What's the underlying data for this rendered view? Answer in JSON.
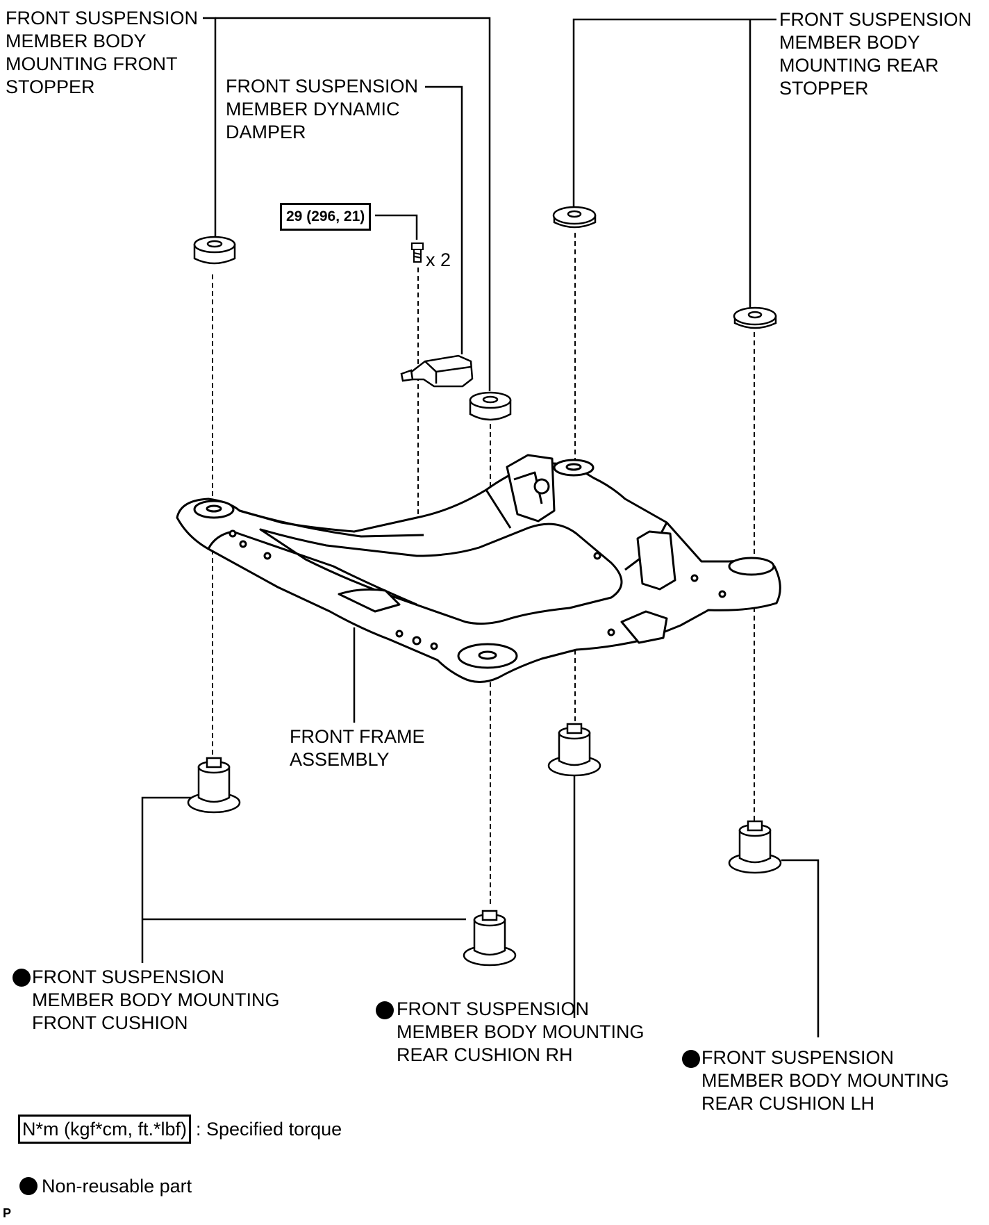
{
  "labels": {
    "front_stopper": [
      "FRONT SUSPENSION",
      "MEMBER BODY",
      "MOUNTING FRONT",
      "STOPPER"
    ],
    "dynamic_damper": [
      "FRONT SUSPENSION",
      "MEMBER DYNAMIC",
      "DAMPER"
    ],
    "rear_stopper": [
      "FRONT SUSPENSION",
      "MEMBER BODY",
      "MOUNTING REAR",
      "STOPPER"
    ],
    "front_frame": [
      "FRONT FRAME",
      "ASSEMBLY"
    ],
    "front_cushion": [
      "FRONT SUSPENSION",
      "MEMBER BODY MOUNTING",
      "FRONT CUSHION"
    ],
    "rear_cushion_rh": [
      "FRONT SUSPENSION",
      "MEMBER BODY MOUNTING",
      "REAR CUSHION RH"
    ],
    "rear_cushion_lh": [
      "FRONT SUSPENSION",
      "MEMBER BODY MOUNTING",
      "REAR CUSHION LH"
    ]
  },
  "torque": {
    "value": "29 (296, 21)",
    "quantity": "x 2"
  },
  "legend": {
    "torque_units": "N*m (kgf*cm, ft.*lbf)",
    "torque_desc": ": Specified torque",
    "nonreusable": "Non-reusable part"
  },
  "figure_code": "P"
}
